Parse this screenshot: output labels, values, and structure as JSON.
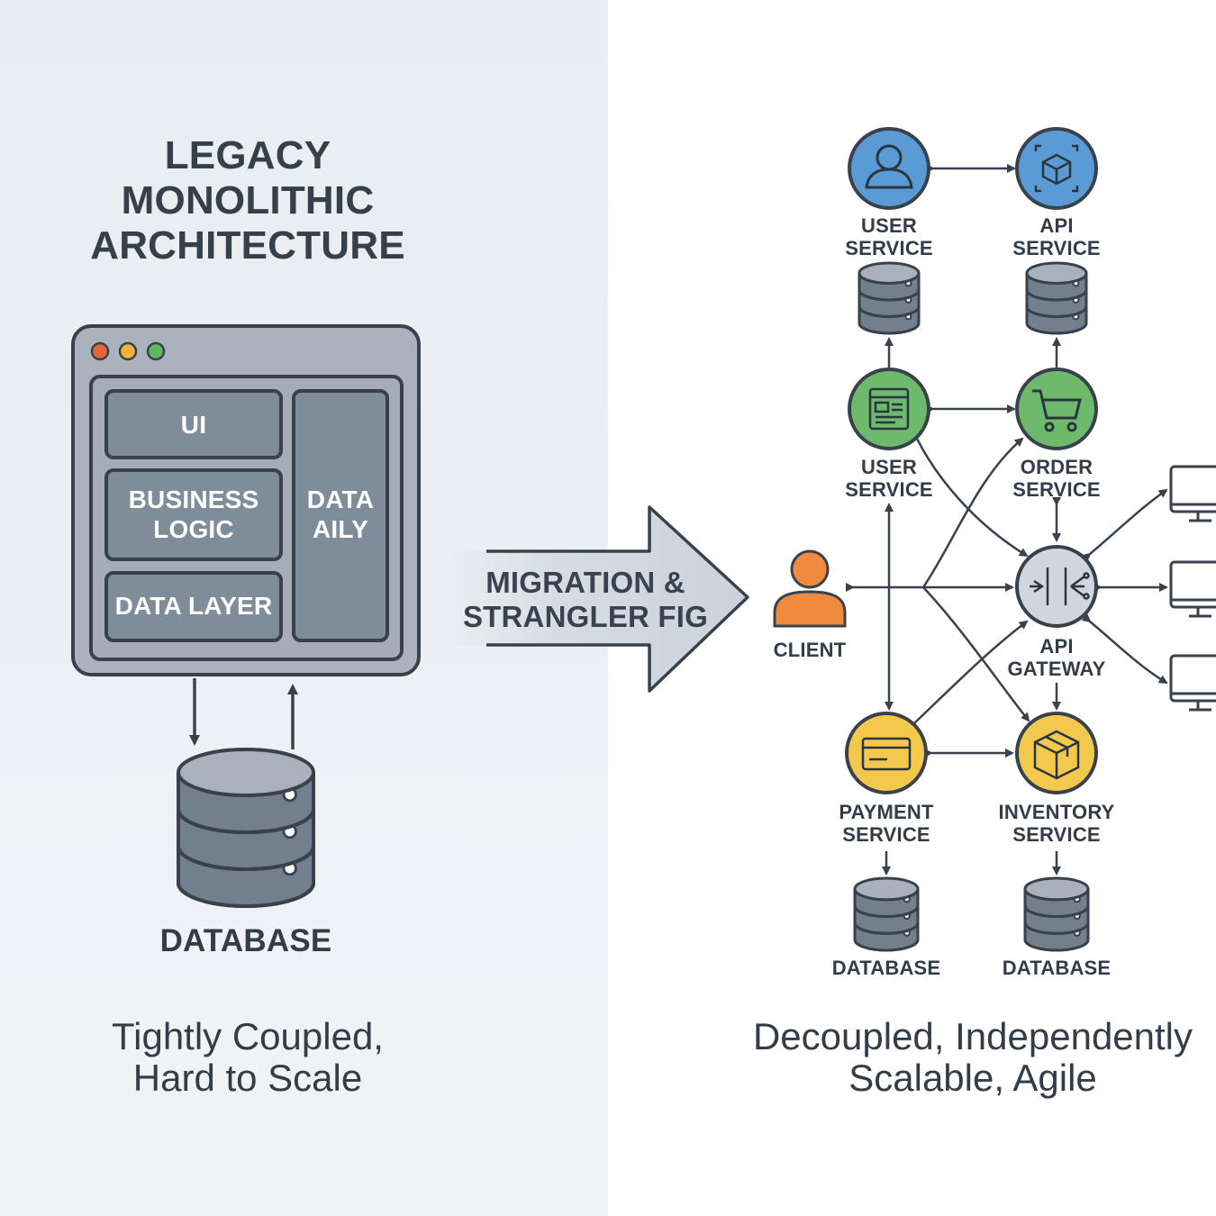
{
  "monolith": {
    "title_lines": [
      "LEGACY",
      "MONOLITHIC",
      "ARCHITECTURE"
    ],
    "window_dots": [
      {
        "name": "close",
        "color": "#e4673a"
      },
      {
        "name": "minimize",
        "color": "#f0b33a"
      },
      {
        "name": "maximize",
        "color": "#5cb85c"
      }
    ],
    "layers": {
      "ui": "UI",
      "business_logic_lines": [
        "BUSINESS",
        "LOGIC"
      ],
      "data_layer": "DATA LAYER",
      "data_aily_lines": [
        "DATA",
        "AILY"
      ]
    },
    "database_label": "DATABASE",
    "caption_lines": [
      "Tightly Coupled,",
      "Hard to Scale"
    ]
  },
  "migration": {
    "label_lines": [
      "MIGRATION &",
      "STRANGLER FIG"
    ]
  },
  "microservices": {
    "client_label": "CLIENT",
    "services": [
      {
        "id": "user_top",
        "label_lines": [
          "USER",
          "SERVICE"
        ],
        "color": "#5b9bd5",
        "icon": "user-icon"
      },
      {
        "id": "api_top",
        "label_lines": [
          "API",
          "SERVICE"
        ],
        "color": "#5b9bd5",
        "icon": "cube-icon"
      },
      {
        "id": "user_mid",
        "label_lines": [
          "USER",
          "SERVICE"
        ],
        "color": "#6dba6d",
        "icon": "layout-icon"
      },
      {
        "id": "order",
        "label_lines": [
          "ORDER",
          "SERVICE"
        ],
        "color": "#6dba6d",
        "icon": "cart-icon"
      },
      {
        "id": "gateway",
        "label_lines": [
          "API",
          "GATEWAY"
        ],
        "color": "#cfd6de",
        "icon": "gateway-icon"
      },
      {
        "id": "payment",
        "label_lines": [
          "PAYMENT",
          "SERVICE"
        ],
        "color": "#f2c94c",
        "icon": "card-icon"
      },
      {
        "id": "inventory",
        "label_lines": [
          "INVENTORY",
          "SERVICE"
        ],
        "color": "#f2c94c",
        "icon": "package-icon"
      }
    ],
    "database_labels": [
      "DATABASE",
      "DATABASE"
    ],
    "caption_lines": [
      "Decoupled, Independently",
      "Scalable, Agile"
    ]
  },
  "colors": {
    "outline": "#39424c",
    "monolith_fill": "#7f8c99",
    "window_fill": "#aab3bd",
    "db_fill": "#737f8c",
    "client": "#f08a3c",
    "arrow_fill": "#cfd6dd"
  }
}
